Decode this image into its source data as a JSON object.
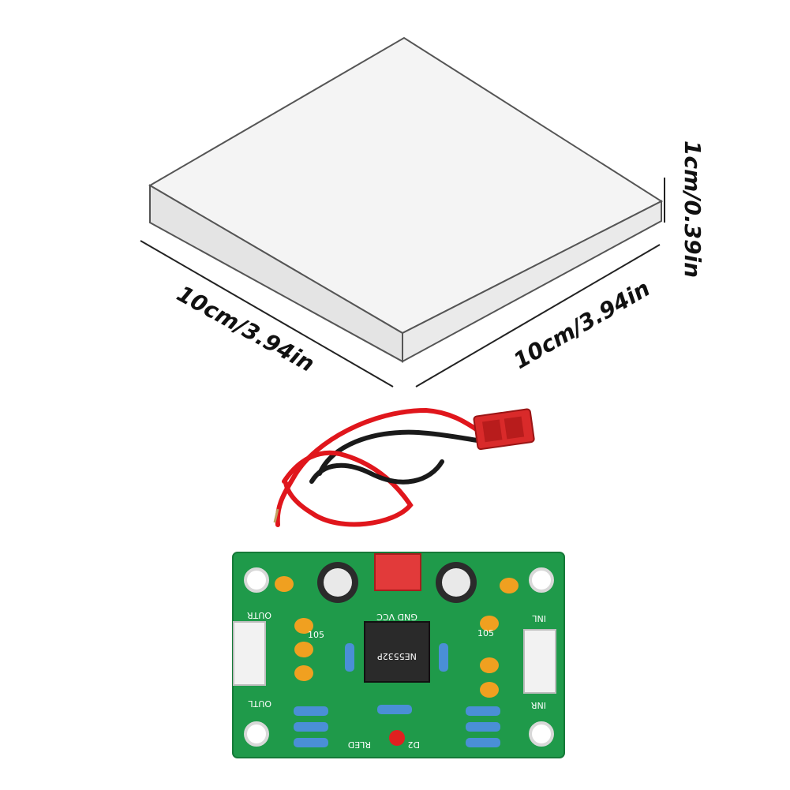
{
  "dimensions": {
    "width": "10cm/3.94in",
    "depth": "10cm/3.94in",
    "height": "1cm/0.39in"
  },
  "board": {
    "left_top_label": "OUTR",
    "left_bottom_label": "OUTL",
    "right_top_label": "INL",
    "right_bottom_label": "INR",
    "power_label": "GND VCC",
    "led_label": "RLED",
    "q_label": "D2",
    "cap_label": "105",
    "ic_text": "NE5532P"
  },
  "colors": {
    "pcb": "#1f9a4a",
    "wire_red": "#e0161c",
    "wire_black": "#1a1a1a",
    "connector": "#d92a2a"
  }
}
